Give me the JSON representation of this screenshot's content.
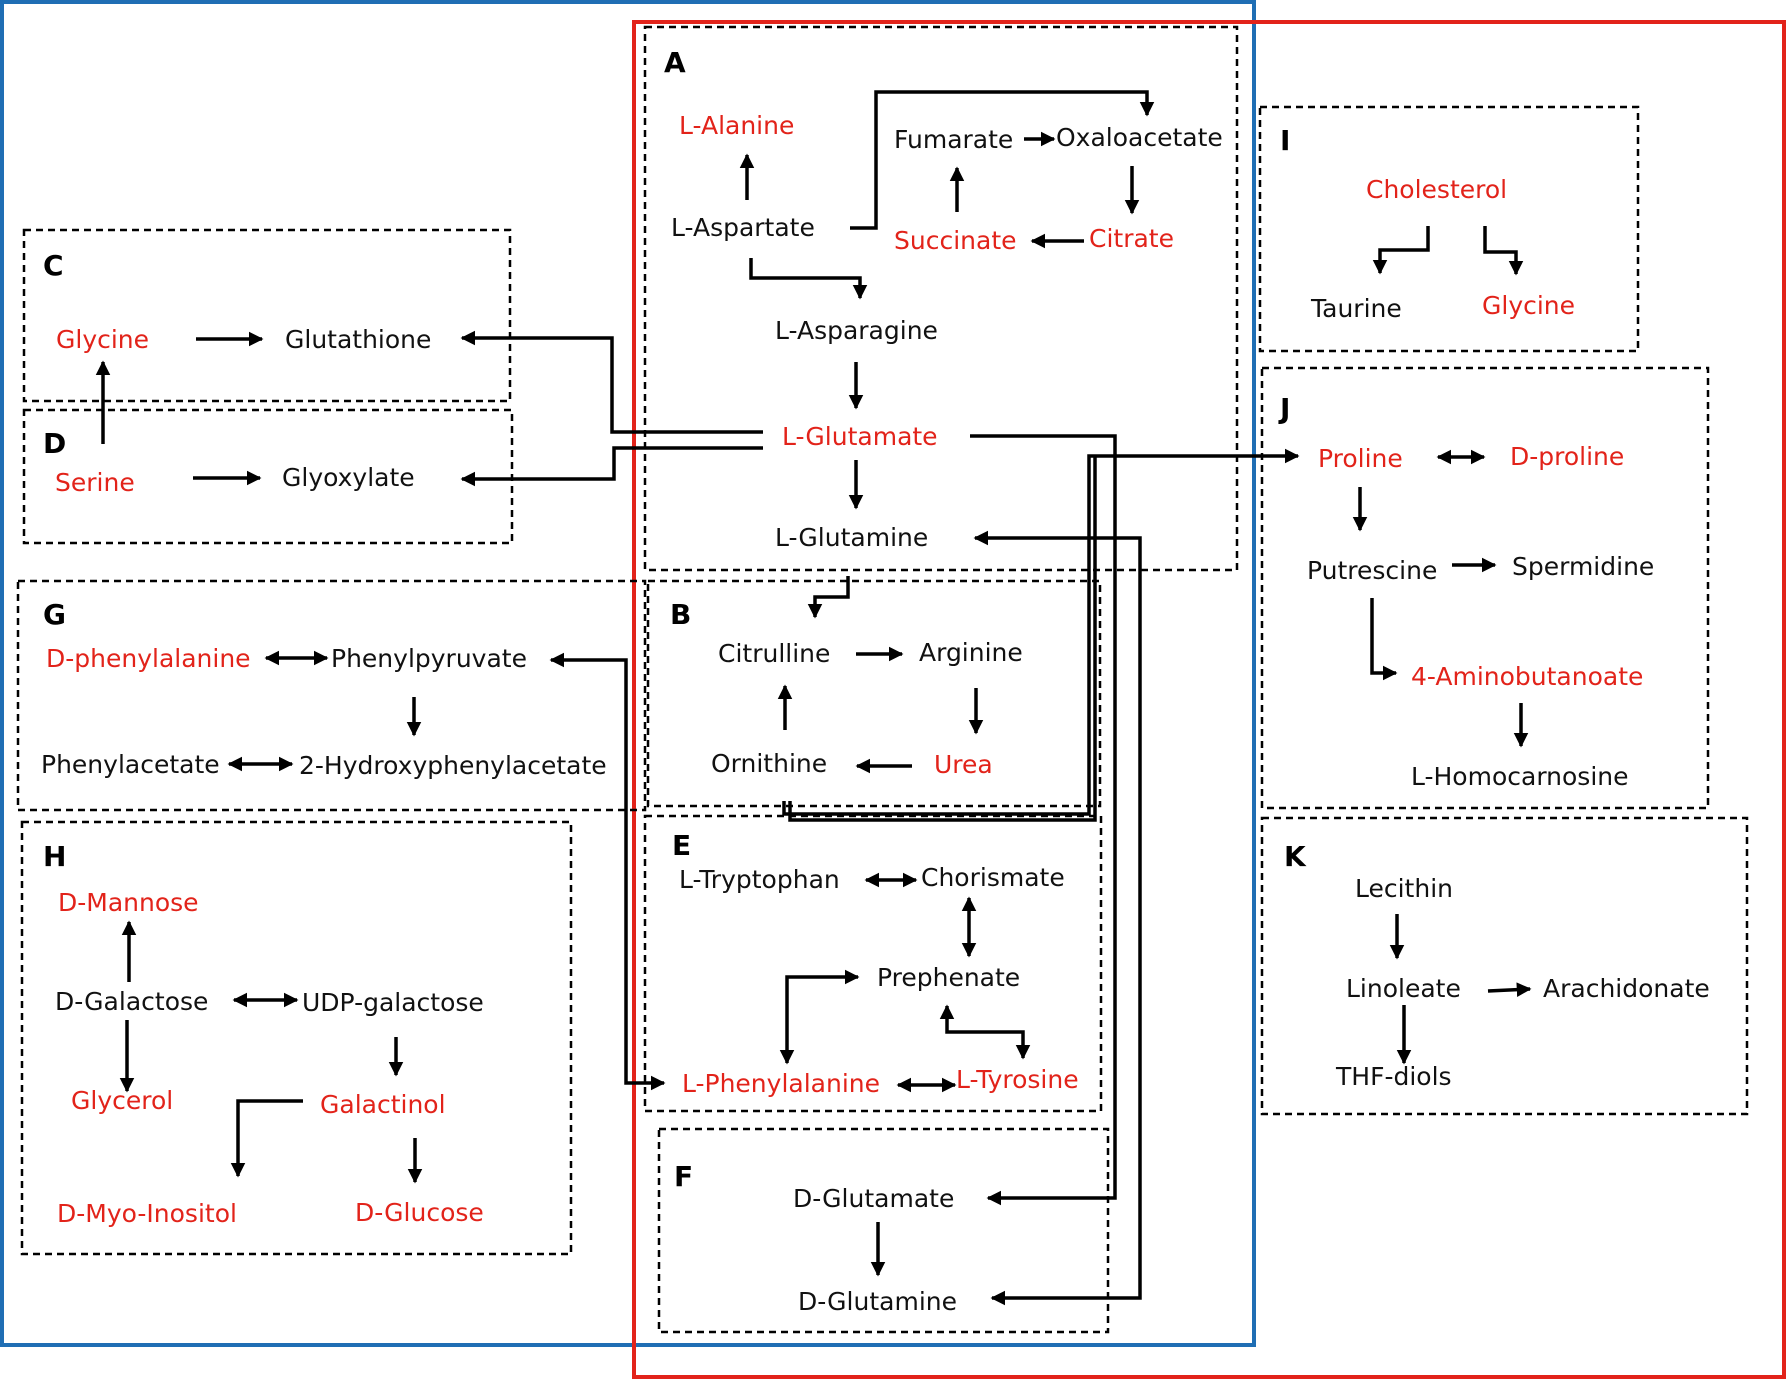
{
  "colors": {
    "highlight": "#e2231a",
    "normal": "#111111",
    "blue_frame": "#1f6eb4",
    "red_frame": "#e2231a"
  },
  "panels": {
    "A": "A",
    "B": "B",
    "C": "C",
    "D": "D",
    "E": "E",
    "F": "F",
    "G": "G",
    "H": "H",
    "I": "I",
    "J": "J",
    "K": "K"
  },
  "metabolites": {
    "l_alanine": {
      "text": "L-Alanine",
      "highlight": true
    },
    "fumarate": {
      "text": "Fumarate",
      "highlight": false
    },
    "oxaloacetate": {
      "text": "Oxaloacetate",
      "highlight": false
    },
    "l_aspartate": {
      "text": "L-Aspartate",
      "highlight": false
    },
    "succinate": {
      "text": "Succinate",
      "highlight": true
    },
    "citrate": {
      "text": "Citrate",
      "highlight": true
    },
    "l_asparagine": {
      "text": "L-Asparagine",
      "highlight": false
    },
    "l_glutamate": {
      "text": "L-Glutamate",
      "highlight": true
    },
    "l_glutamine": {
      "text": "L-Glutamine",
      "highlight": false
    },
    "glycine_c": {
      "text": "Glycine",
      "highlight": true
    },
    "glutathione": {
      "text": "Glutathione",
      "highlight": false
    },
    "serine": {
      "text": "Serine",
      "highlight": true
    },
    "glyoxylate": {
      "text": "Glyoxylate",
      "highlight": false
    },
    "citrulline": {
      "text": "Citrulline",
      "highlight": false
    },
    "arginine": {
      "text": "Arginine",
      "highlight": false
    },
    "ornithine": {
      "text": "Ornithine",
      "highlight": false
    },
    "urea": {
      "text": "Urea",
      "highlight": true
    },
    "d_phenylalanine": {
      "text": "D-phenylalanine",
      "highlight": true
    },
    "phenylpyruvate": {
      "text": "Phenylpyruvate",
      "highlight": false
    },
    "phenylacetate": {
      "text": "Phenylacetate",
      "highlight": false
    },
    "hydroxyphenylacetate": {
      "text": "2-Hydroxyphenylacetate",
      "highlight": false
    },
    "l_tryptophan": {
      "text": "L-Tryptophan",
      "highlight": false
    },
    "chorismate": {
      "text": "Chorismate",
      "highlight": false
    },
    "prephenate": {
      "text": "Prephenate",
      "highlight": false
    },
    "l_phenylalanine": {
      "text": "L-Phenylalanine",
      "highlight": true
    },
    "l_tyrosine": {
      "text": "L-Tyrosine",
      "highlight": true
    },
    "d_mannose": {
      "text": "D-Mannose",
      "highlight": true
    },
    "d_galactose": {
      "text": "D-Galactose",
      "highlight": false
    },
    "udp_galactose": {
      "text": "UDP-galactose",
      "highlight": false
    },
    "glycerol": {
      "text": "Glycerol",
      "highlight": true
    },
    "galactinol": {
      "text": "Galactinol",
      "highlight": true
    },
    "d_myo_inositol": {
      "text": "D-Myo-Inositol",
      "highlight": true
    },
    "d_glucose": {
      "text": "D-Glucose",
      "highlight": true
    },
    "d_glutamate": {
      "text": "D-Glutamate",
      "highlight": false
    },
    "d_glutamine": {
      "text": "D-Glutamine",
      "highlight": false
    },
    "cholesterol": {
      "text": "Cholesterol",
      "highlight": true
    },
    "taurine": {
      "text": "Taurine",
      "highlight": false
    },
    "glycine_i": {
      "text": "Glycine",
      "highlight": true
    },
    "proline": {
      "text": "Proline",
      "highlight": true
    },
    "d_proline": {
      "text": "D-proline",
      "highlight": true
    },
    "putrescine": {
      "text": "Putrescine",
      "highlight": false
    },
    "spermidine": {
      "text": "Spermidine",
      "highlight": false
    },
    "aminobutanoate": {
      "text": "4-Aminobutanoate",
      "highlight": true
    },
    "l_homocarnosine": {
      "text": "L-Homocarnosine",
      "highlight": false
    },
    "lecithin": {
      "text": "Lecithin",
      "highlight": false
    },
    "linoleate": {
      "text": "Linoleate",
      "highlight": false
    },
    "arachidonate": {
      "text": "Arachidonate",
      "highlight": false
    },
    "thf_diols": {
      "text": "THF-diols",
      "highlight": false
    }
  }
}
